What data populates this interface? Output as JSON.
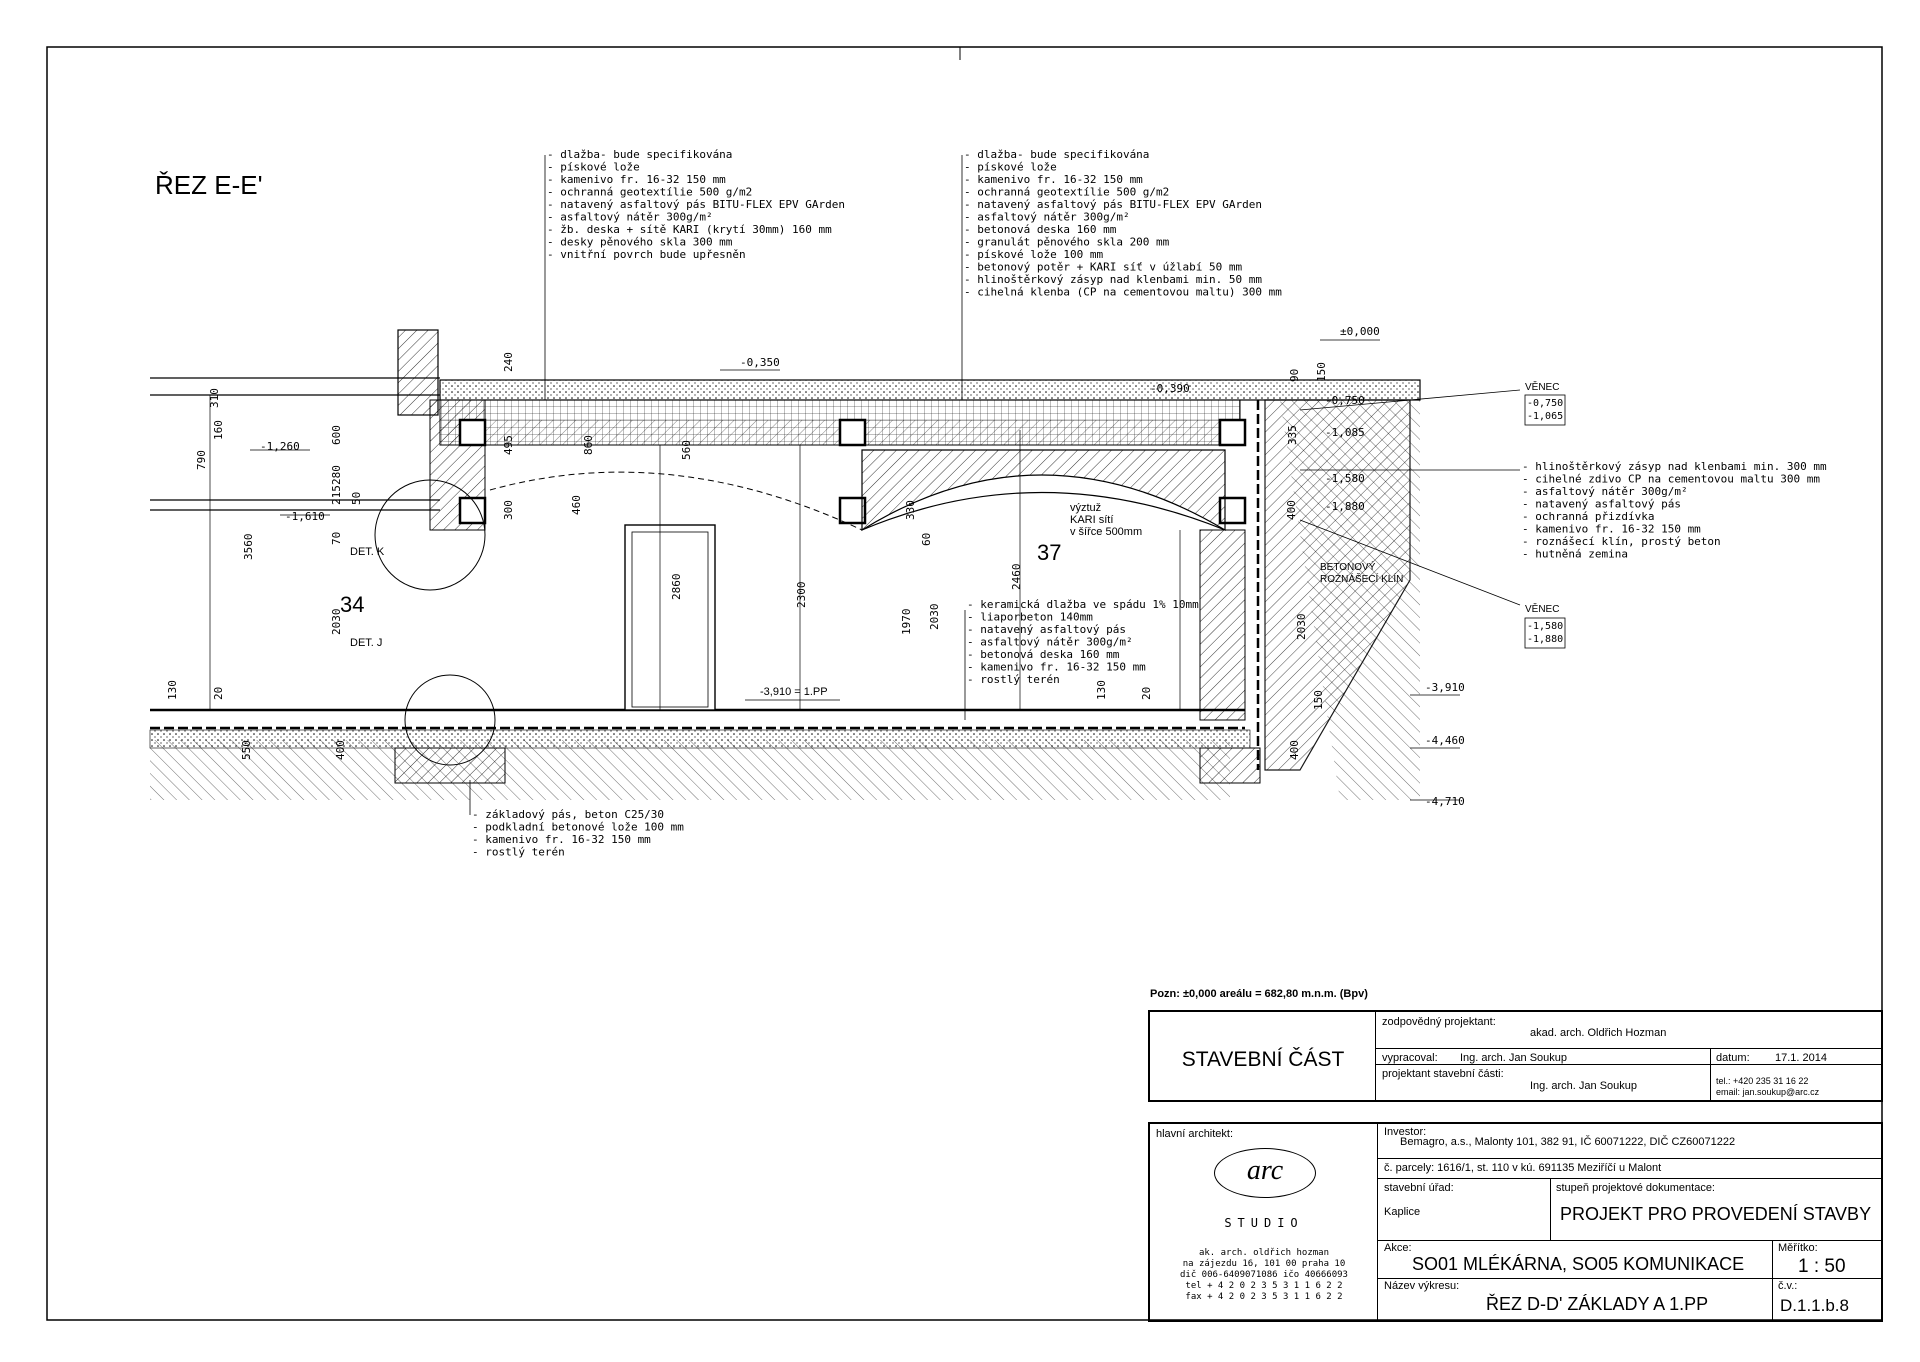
{
  "section_title": "ŘEZ E-E'",
  "layers_left": [
    "- dlažba- bude specifikována",
    "- pískové lože",
    "- kamenivo fr. 16-32                    150 mm",
    "- ochranná geotextílie   500 g/m2",
    "- natavený asfaltový pás BITU-FLEX EPV GArden",
    "- asfaltový nátěr 300g/m²",
    "- žb. deska + sítě KARI (krytí 30mm)      160 mm",
    "- desky pěnového skla                     300 mm",
    "- vnitřní povrch bude upřesněn"
  ],
  "layers_mid": [
    "- dlažba- bude specifikována",
    "- pískové lože",
    "- kamenivo fr. 16-32                    150 mm",
    "- ochranná geotextílie   500 g/m2",
    "- natavený asfaltový pás BITU-FLEX EPV GArden",
    "- asfaltový nátěr 300g/m²",
    "- betonová deska                        160 mm",
    "- granulát pěnového skla                200 mm",
    "- pískové lože                          100 mm",
    "- betonový potěr + KARI síť v úžlabí     50 mm",
    "- hlinoštěrkový zásyp nad klenbami min.  50 mm",
    "- cihelná klenba (CP na cementovou maltu) 300 mm"
  ],
  "layers_right": [
    "- hlinoštěrkový zásyp nad klenbami min. 300 mm",
    "- cihelné zdivo CP na cementovou maltu 300 mm",
    "- asfaltový nátěr 300g/m²",
    "- natavený asfaltový pás",
    "- ochranná přizdívka",
    "- kamenivo fr. 16-32                    150 mm",
    "- roznášecí klín, prostý beton",
    "- hutněná zemina"
  ],
  "layers_floor": [
    "- keramická dlažba ve spádu 1% 10mm",
    "- liaporbeton                140mm",
    "- natavený asfaltový pás",
    "- asfaltový nátěr 300g/m²",
    "- betonová deska          160 mm",
    "- kamenivo fr. 16-32      150 mm",
    "- rostlý terén"
  ],
  "layers_foundation": [
    "- základový pás, beton C25/30",
    "- podkladní betonové lože 100 mm",
    "- kamenivo fr. 16-32        150 mm",
    "- rostlý terén"
  ],
  "labels": {
    "room_34": "34",
    "room_37": "37",
    "det_k": "DET. K",
    "det_j": "DET. J",
    "vystuz": "výztuž\nKARI sítí\nv šířce 500mm",
    "klin": "BETONOVÝ\nROZNÁŠECÍ KLÍN",
    "venec1": "VĚNEC",
    "venec2": "VĚNEC",
    "floor_level": "-3,910 = 1.PP"
  },
  "levels": [
    "±0,000",
    "-0,350",
    "-0,390",
    "-0,750",
    "-1,085",
    "-1,580",
    "-1,880",
    "-1,260",
    "-1,610",
    "-3,910",
    "-4,460",
    "-4,710"
  ],
  "venec_boxes": [
    [
      "-0,750",
      "-1,065"
    ],
    [
      "-1,580",
      "-1,880"
    ]
  ],
  "dimensions": [
    "310",
    "160",
    "790",
    "600",
    "280",
    "215",
    "50",
    "70",
    "3560",
    "2030",
    "130",
    "20",
    "550",
    "400",
    "240",
    "495",
    "460",
    "300",
    "860",
    "560",
    "2860",
    "2300",
    "1970",
    "60",
    "330",
    "2030",
    "2460",
    "130",
    "20",
    "2030",
    "90",
    "150",
    "335",
    "400",
    "400",
    "150"
  ],
  "pozn": "Pozn: ±0,000 areálu = 682,80 m.n.m. (Bpv)",
  "title_block": {
    "part": "STAVEBNÍ ČÁST",
    "zodp_label": "zodpovědný projektant:",
    "zodp_value": "akad. arch. Oldřich Hozman",
    "vyprac_label": "vypracoval:",
    "vyprac_value": "Ing. arch. Jan Soukup",
    "datum_label": "datum:",
    "datum_value": "17.1. 2014",
    "proj_label": "projektant stavební části:",
    "proj_value": "Ing. arch. Jan Soukup",
    "tel": "tel.: +420 235 31 16 22",
    "email": "email: jan.soukup@arc.cz",
    "arch_label": "hlavní architekt:",
    "logo": "arc",
    "studio": "STUDIO",
    "studio_addr": [
      "ak. arch. oldřich hozman",
      "na zájezdu 16, 101 00 praha 10",
      "dič 006-6409071086 ičo 40666093",
      "tel  + 4 2 0   2 3 5   3 1   1 6   2 2",
      "fax  + 4 2 0   2 3 5   3 1   1 6   2 2"
    ],
    "investor_label": "Investor:",
    "investor_value": "Bemagro, a.s., Malonty 101, 382 91, IČ 60071222, DIČ CZ60071222",
    "parcel": "č. parcely:  1616/1, st. 110 v kú. 691135 Meziříčí u Malont",
    "urad_label": "stavební úřad:",
    "urad_value": "Kaplice",
    "stupen_label": "stupeň projektové dokumentace:",
    "stupen_value": "PROJEKT PRO PROVEDENÍ STAVBY",
    "akce_label": "Akce:",
    "akce_value": "SO01 MLÉKÁRNA, SO05 KOMUNIKACE",
    "meritko_label": "Měřítko:",
    "meritko_value": "1 : 50",
    "nazev_label": "Název výkresu:",
    "nazev_value": "ŘEZ D-D' ZÁKLADY A 1.PP",
    "cv_label": "č.v.:",
    "cv_value": "D.1.1.b.8"
  },
  "colors": {
    "line": "#000000",
    "hatch": "#555555",
    "background": "#ffffff"
  }
}
